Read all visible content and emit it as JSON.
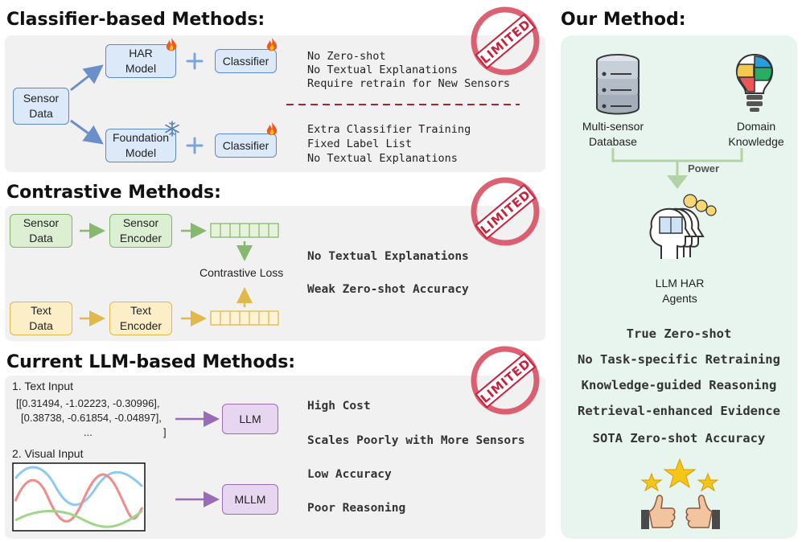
{
  "sections": {
    "classifier_title": "Classifier-based Methods:",
    "contrastive_title": "Contrastive Methods:",
    "llm_title": "Current LLM-based Methods:",
    "ours_title": "Our Method:"
  },
  "stamp_label": "LIMITED",
  "classifier": {
    "sensor_data": "Sensor\nData",
    "har_model": "HAR\nModel",
    "foundation_model": "Foundation\nModel",
    "classifier_top": "Classifier",
    "classifier_bottom": "Classifier",
    "limits_top": [
      "No Zero-shot",
      "No Textual Explanations",
      "Require retrain for New Sensors"
    ],
    "limits_bottom": [
      "Extra Classifier Training",
      "Fixed Label List",
      "No Textual Explanations"
    ]
  },
  "contrastive": {
    "sensor_data": "Sensor\nData",
    "sensor_encoder": "Sensor\nEncoder",
    "text_data": "Text\nData",
    "text_encoder": "Text\nEncoder",
    "loss_label": "Contrastive Loss",
    "limits": [
      "No Textual Explanations",
      "Weak Zero-shot Accuracy"
    ]
  },
  "llm": {
    "text_input_label": "1. Text Input",
    "text_input_lines": [
      "[[0.31494, -1.02223, -0.30996],",
      "[0.38738, -0.61854, -0.04897],",
      "...",
      "]"
    ],
    "llm_box": "LLM",
    "visual_input_label": "2. Visual Input",
    "mllm_box": "MLLM",
    "limits": [
      "High Cost",
      "Scales Poorly with More Sensors",
      "Low Accuracy",
      "Poor Reasoning"
    ]
  },
  "ours": {
    "database_label": "Multi-sensor\nDatabase",
    "knowledge_label": "Domain\nKnowledge",
    "power_label": "Power",
    "agents_label": "LLM HAR\nAgents",
    "advantages": [
      "True Zero-shot",
      "No Task-specific Retraining",
      "Knowledge-guided Reasoning",
      "Retrieval-enhanced Evidence",
      "SOTA Zero-shot Accuracy"
    ]
  },
  "colors": {
    "blue_border": "#5b8ac7",
    "green_border": "#7fb36a",
    "yellow_border": "#e0b94a",
    "purple_border": "#9a6cb5",
    "stamp_red": "#c8213a",
    "right_panel_bg": "#e7f5ee"
  },
  "icons": [
    "fire-icon",
    "snowflake-icon",
    "plus-icon",
    "database-icon",
    "puzzle-bulb-icon",
    "agents-icon",
    "stars-icon",
    "thumbs-up-icon"
  ]
}
